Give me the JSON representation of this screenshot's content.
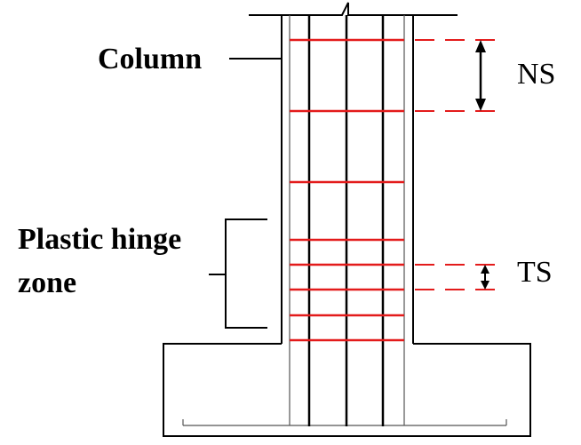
{
  "labels": {
    "column": "Column",
    "plastic_hinge_line1": "Plastic hinge",
    "plastic_hinge_line2": "zone",
    "ns": "NS",
    "ts": "TS"
  },
  "colors": {
    "stirrup": "#e31b1b",
    "outline": "#000000",
    "inner_outline": "#555555"
  },
  "hoops": {
    "count": 8,
    "extended_to_dimension": [
      "hoop-1",
      "hoop-2",
      "hoop-5",
      "hoop-6"
    ]
  }
}
